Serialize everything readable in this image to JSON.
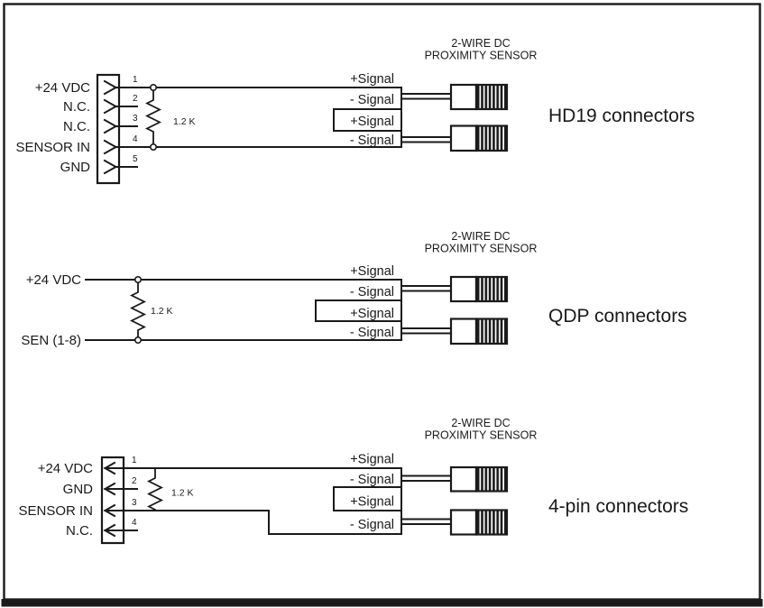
{
  "sections": [
    {
      "name": "HD19",
      "caption": "HD19 connectors",
      "sensor_heading": {
        "line1": "2-WIRE DC",
        "line2": "PROXIMITY SENSOR"
      },
      "resistor": "1.2 K",
      "pins": [
        {
          "num": "1",
          "label": "+24 VDC"
        },
        {
          "num": "2",
          "label": "N.C."
        },
        {
          "num": "3",
          "label": "N.C."
        },
        {
          "num": "4",
          "label": "SENSOR IN"
        },
        {
          "num": "5",
          "label": "GND"
        }
      ],
      "signals": [
        "+Signal",
        "- Signal",
        "+Signal",
        "- Signal"
      ]
    },
    {
      "name": "QDP",
      "caption": "QDP connectors",
      "sensor_heading": {
        "line1": "2-WIRE DC",
        "line2": "PROXIMITY SENSOR"
      },
      "resistor": "1.2 K",
      "pins": [
        {
          "label": "+24 VDC"
        },
        {
          "label": "SEN (1-8)"
        }
      ],
      "signals": [
        "+Signal",
        "- Signal",
        "+Signal",
        "- Signal"
      ]
    },
    {
      "name": "4-pin",
      "caption": "4-pin connectors",
      "sensor_heading": {
        "line1": "2-WIRE DC",
        "line2": "PROXIMITY SENSOR"
      },
      "resistor": "1.2 K",
      "pins": [
        {
          "num": "1",
          "label": "+24 VDC"
        },
        {
          "num": "2",
          "label": "GND"
        },
        {
          "num": "3",
          "label": "SENSOR IN"
        },
        {
          "num": "4",
          "label": "N.C."
        }
      ],
      "signals": [
        "+Signal",
        "- Signal",
        "+Signal",
        "- Signal"
      ]
    }
  ]
}
